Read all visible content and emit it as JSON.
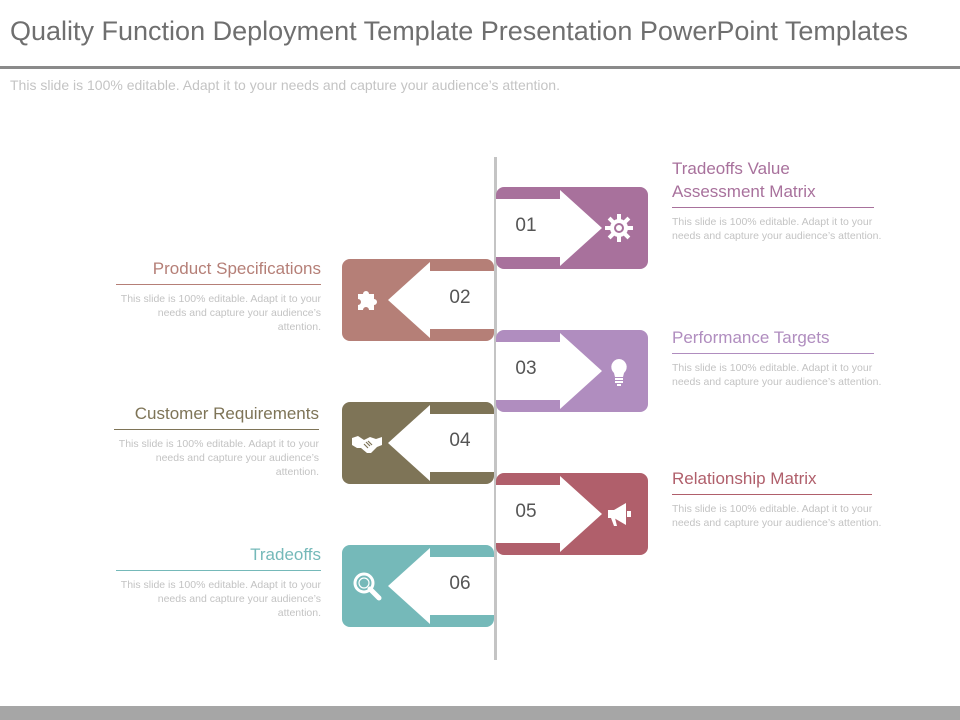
{
  "header": {
    "title": "Quality Function Deployment Template Presentation PowerPoint Templates",
    "subtitle": "This slide is 100% editable. Adapt it to your needs and capture your audience’s attention."
  },
  "steps": [
    {
      "number": "01",
      "heading": "Tradeoffs Value Assessment Matrix",
      "description": "This slide is 100% editable. Adapt it to your needs and capture your audience’s attention.",
      "icon": "gear-icon",
      "color": "#a8719c"
    },
    {
      "number": "02",
      "heading": "Product Specifications",
      "description": "This slide is 100% editable. Adapt it to your needs and capture your audience’s attention.",
      "icon": "puzzle-icon",
      "color": "#b57f77"
    },
    {
      "number": "03",
      "heading": "Performance Targets",
      "description": "This slide is 100% editable. Adapt it to your needs and capture your audience’s attention.",
      "icon": "lightbulb-icon",
      "color": "#b08dbf"
    },
    {
      "number": "04",
      "heading": "Customer Requirements",
      "description": "This slide is 100% editable. Adapt it to your needs and capture your audience’s attention.",
      "icon": "handshake-icon",
      "color": "#7e7457"
    },
    {
      "number": "05",
      "heading": "Relationship Matrix",
      "description": "This slide is 100% editable. Adapt it to your needs and capture your audience’s attention.",
      "icon": "megaphone-icon",
      "color": "#b05f6b"
    },
    {
      "number": "06",
      "heading": "Tradeoffs",
      "description": "This slide is 100% editable. Adapt it to your needs and capture your audience’s attention.",
      "icon": "magnifier-icon",
      "color": "#75b9b9"
    }
  ]
}
